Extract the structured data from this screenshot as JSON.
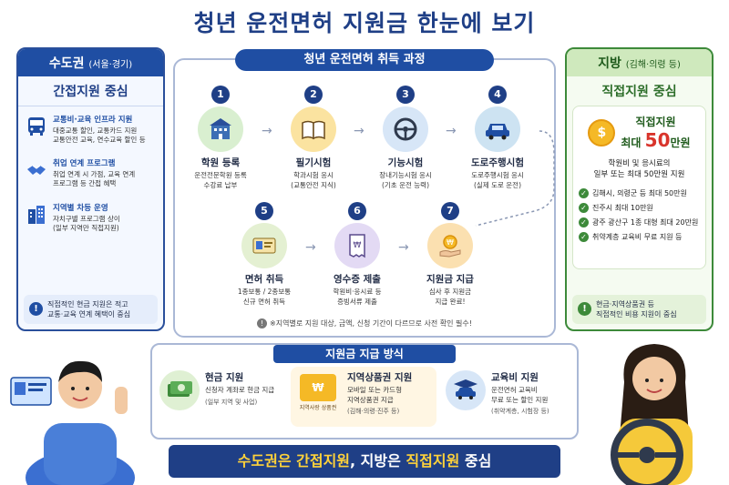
{
  "title": "청년 운전면허 지원금 한눈에 보기",
  "left": {
    "header_main": "수도권",
    "header_sub": "(서울·경기)",
    "subtitle": "간접지원 중심",
    "items": [
      {
        "icon": "bus-icon",
        "title": "교통비·교육 인프라 지원",
        "desc1": "대중교통 할인, 교통카드 지원",
        "desc2": "교통안전 교육, 연수교육 할인 등"
      },
      {
        "icon": "handshake-icon",
        "title": "취업 연계 프로그램",
        "desc1": "취업 연계 시 가점, 교육 연계",
        "desc2": "프로그램 등 간접 혜택"
      },
      {
        "icon": "building-icon",
        "title": "지역별 차등 운영",
        "desc1": "자치구별 프로그램 상이",
        "desc2": "(일부 지역만 직접지원)"
      }
    ],
    "note1": "직접적인 현금 지원은 적고",
    "note2": "교통·교육 연계 혜택이 중심"
  },
  "center": {
    "header": "청년 운전면허 취득 과정",
    "steps": [
      {
        "num": "1",
        "title": "학원 등록",
        "desc1": "운전전문학원 등록",
        "desc2": "수강료 납부"
      },
      {
        "num": "2",
        "title": "필기시험",
        "desc1": "학과시험 응시",
        "desc2": "(교통안전 지식)"
      },
      {
        "num": "3",
        "title": "기능시험",
        "desc1": "장내기능시험 응시",
        "desc2": "(기초 운전 능력)"
      },
      {
        "num": "4",
        "title": "도로주행시험",
        "desc1": "도로주행시험 응시",
        "desc2": "(실제 도로 운전)"
      },
      {
        "num": "5",
        "title": "면허 취득",
        "desc1": "1종보통 / 2종보통",
        "desc2": "신규 면허 취득"
      },
      {
        "num": "6",
        "title": "영수증 제출",
        "desc1": "학원비·응시료 등",
        "desc2": "증빙서류 제출"
      },
      {
        "num": "7",
        "title": "지원금 지급",
        "desc1": "심사 후 지원금",
        "desc2": "지급 완료!"
      }
    ],
    "note": "※지역별로 지원 대상, 금액, 신청 기간이 다르므로 사전 확인 필수!"
  },
  "right": {
    "header_main": "지방",
    "header_sub": "(김해·의령 등)",
    "subtitle": "직접지원 중심",
    "box_title": "직접지원",
    "box_max_prefix": "최대",
    "box_amount": "50",
    "box_unit": "만원",
    "box_desc1": "학원비 및 응시료의",
    "box_desc2": "일부 또는 최대 50만원 지원",
    "list": [
      "김해시, 의령군 등 최대 50만원",
      "진주시 최대 10만원",
      "광주 광산구 1종 대형 최대 20만원",
      "취약계층 교육비 무료 지원 등"
    ],
    "note1": "현금·지역상품권 등",
    "note2": "직접적인 비용 지원이 중심"
  },
  "payment": {
    "header": "지원금 지급 방식",
    "items": [
      {
        "title": "현금 지원",
        "desc1": "신청자 계좌로 현금 지급",
        "desc2": "",
        "extra": "(일부 지역 및 사업)"
      },
      {
        "title": "지역상품권 지원",
        "desc1": "모바일 또는 카드형",
        "desc2": "지역상품권 지급",
        "extra": "(김해·의령·진주 등)",
        "card_label": "지역사랑 상품권"
      },
      {
        "title": "교육비 지원",
        "desc1": "운전면허 교육비",
        "desc2": "무료 또는 할인 지원",
        "extra": "(취약계층, 시험장 등)"
      }
    ]
  },
  "banner": {
    "p1": "수도권은 ",
    "p2": "간접지원",
    "p3": ", 지방은 ",
    "p4": "직접지원",
    "p5": " 중심"
  },
  "colors": {
    "primary": "#1f4ea3",
    "green": "#3d8a3a",
    "accent_red": "#d9342b",
    "yellow": "#ffd23a"
  }
}
